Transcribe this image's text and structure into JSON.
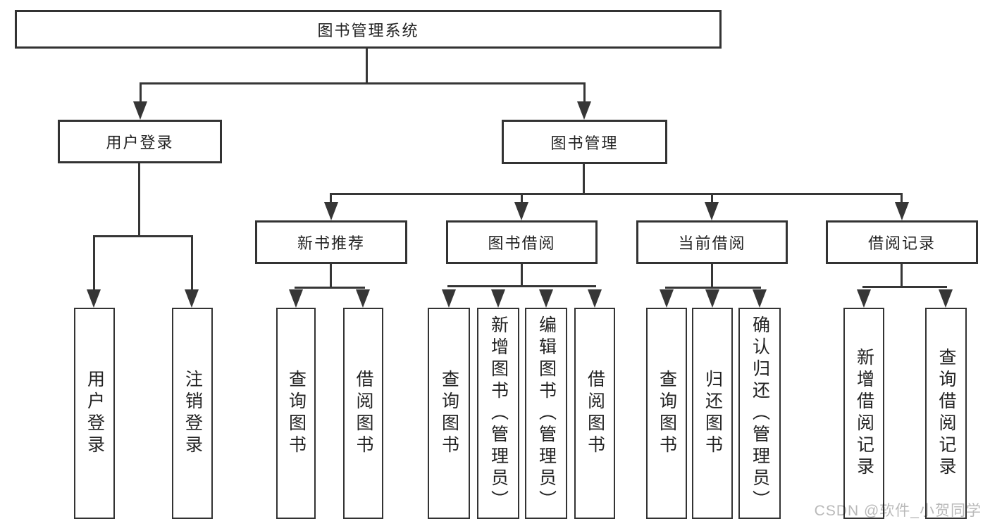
{
  "diagram": {
    "type": "tree",
    "root": {
      "label": "图书管理系统"
    },
    "branches": [
      {
        "label": "用户登录",
        "children": [
          {
            "label": "用户登录"
          },
          {
            "label": "注销登录"
          }
        ]
      },
      {
        "label": "图书管理",
        "children": [
          {
            "label": "新书推荐",
            "children": [
              {
                "label": "查询图书"
              },
              {
                "label": "借阅图书"
              }
            ]
          },
          {
            "label": "图书借阅",
            "children": [
              {
                "label": "查询图书"
              },
              {
                "label": "新增图书（管理员）"
              },
              {
                "label": "编辑图书（管理员）"
              },
              {
                "label": "借阅图书"
              }
            ]
          },
          {
            "label": "当前借阅",
            "children": [
              {
                "label": "查询图书"
              },
              {
                "label": "归还图书"
              },
              {
                "label": "确认归还（管理员）"
              }
            ]
          },
          {
            "label": "借阅记录",
            "children": [
              {
                "label": "新增借阅记录"
              },
              {
                "label": "查询借阅记录"
              }
            ]
          }
        ]
      }
    ]
  },
  "watermark": {
    "text": "CSDN @软件_小贺同学"
  },
  "colors": {
    "line": "#363636",
    "border": "#333333",
    "text": "#222222",
    "background": "#ffffff",
    "watermark": "#b9b9b9"
  }
}
